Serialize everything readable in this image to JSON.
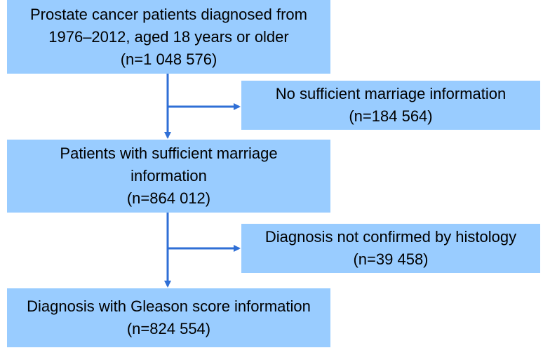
{
  "flowchart": {
    "boxes": [
      {
        "id": "start",
        "lines": [
          "Prostate cancer patients diagnosed from",
          "1976–2012, aged 18 years or older",
          "(n=1 048 576)"
        ]
      },
      {
        "id": "exclusion-1",
        "lines": [
          "No sufficient marriage information",
          "(n=184 564)"
        ]
      },
      {
        "id": "step-2",
        "lines": [
          "Patients with sufficient marriage",
          "information",
          "(n=864 012)"
        ]
      },
      {
        "id": "exclusion-2",
        "lines": [
          "Diagnosis not confirmed by histology",
          "(n=39 458)"
        ]
      },
      {
        "id": "final",
        "lines": [
          "Diagnosis with Gleason score information",
          "(n=824 554)"
        ]
      }
    ],
    "colors": {
      "box_fill": "#99ccff",
      "arrow": "#2f6fd6",
      "text": "#000000"
    }
  }
}
